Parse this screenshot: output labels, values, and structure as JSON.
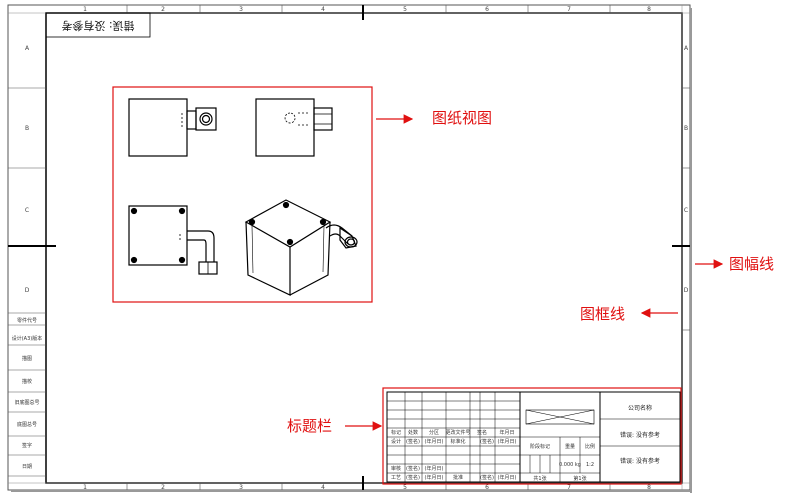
{
  "drawing": {
    "zone_columns": [
      "1",
      "2",
      "3",
      "4",
      "5",
      "6",
      "7",
      "8"
    ],
    "zone_rows": [
      "A",
      "B",
      "C",
      "D"
    ],
    "mirrored_note": "错误: 没有参考"
  },
  "left_strip": {
    "labels": [
      "零件代号",
      "设计(A3)版本",
      "描图",
      "描校",
      "旧底图总号",
      "底图总号",
      "签字",
      "日期"
    ]
  },
  "annotations": {
    "drawing_view": "图纸视图",
    "sheet_line": "图幅线",
    "frame_line": "图框线",
    "title_block": "标题栏"
  },
  "title_block": {
    "company": "公司名称",
    "error_1": "错误: 没有参考",
    "error_2": "错误: 没有参考",
    "header_cells": [
      "标记",
      "处数",
      "分区",
      "更改文件号",
      "签名",
      "年月日"
    ],
    "row_design": [
      "设计",
      "(签名)",
      "(年月日)",
      "标准化",
      "(签名)",
      "(年月日)"
    ],
    "row_review": [
      "审核",
      "(签名)",
      "(年月日)"
    ],
    "row_process": [
      "工艺",
      "(签名)",
      "(年月日)",
      "批准",
      "(签名)",
      "(年月日)"
    ],
    "stage_mark": "阶段标记",
    "weight": "重量",
    "scale": "比例",
    "weight_value": "0.000 kg",
    "scale_value": "1:2",
    "sheets_total": "共1张",
    "sheet_no": "第1张"
  }
}
